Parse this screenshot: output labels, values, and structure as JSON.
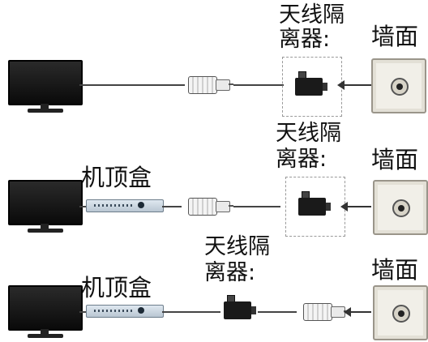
{
  "rows": [
    {
      "isolator_label": [
        "天线隔",
        "离器:"
      ],
      "wall_label": "墙面"
    },
    {
      "stb_label": "机顶盒",
      "isolator_label": [
        "天线隔",
        "离器:"
      ],
      "wall_label": "墙面"
    },
    {
      "stb_label": "机顶盒",
      "isolator_label": [
        "天线隔",
        "离器:"
      ],
      "wall_label": "墙面"
    }
  ],
  "colors": {
    "line": "#444444",
    "tv": "#111111",
    "isolator": "#1a1a1a",
    "wall_plate": "#f1efe8"
  },
  "icons": [
    "tv-icon",
    "coax-plug-icon",
    "antenna-isolator-icon",
    "wall-socket-icon",
    "set-top-box-icon",
    "arrow-left-icon"
  ]
}
